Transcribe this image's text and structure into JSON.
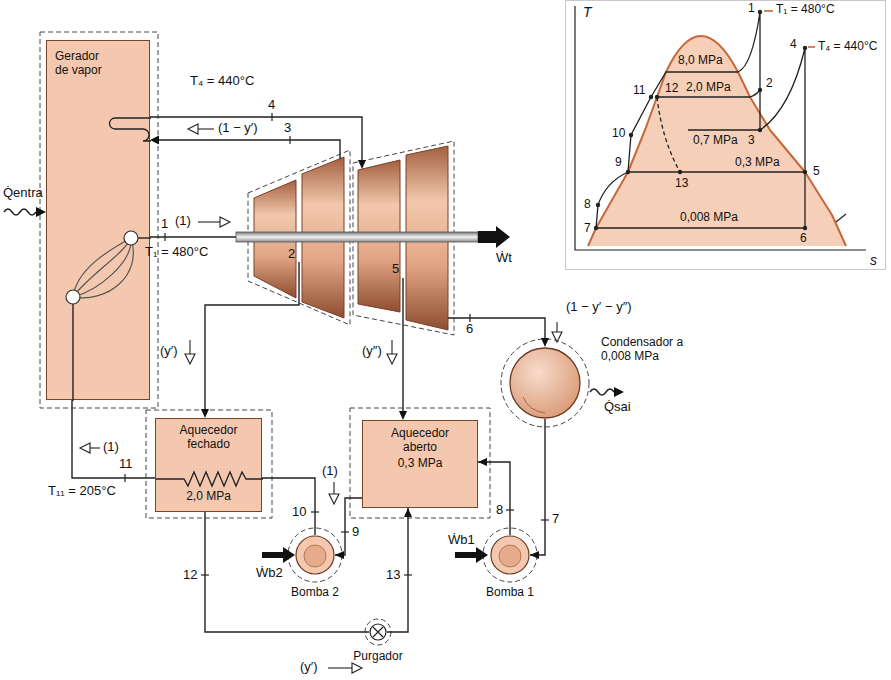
{
  "diagram": {
    "nodes": [
      {
        "text": [
          "Gerador de vapor"
        ]
      },
      {
        "text": [
          "Aquecedor fechado",
          "2,0 MPa"
        ]
      },
      {
        "text": [
          "Aquecedor aberto",
          "0,3 MPa"
        ]
      },
      {
        "text": [
          "Condensador a 0,008 MPa"
        ]
      },
      {
        "text": [
          "Bomba 2"
        ]
      },
      {
        "text": [
          "Bomba 1"
        ]
      },
      {
        "text": [
          "Purgador"
        ]
      }
    ],
    "edges": [
      {
        "from": 3,
        "to": 5,
        "arrow": "to"
      },
      {
        "from": 5,
        "to": 2,
        "arrow": "to"
      },
      {
        "from": 2,
        "to": 4,
        "arrow": "to"
      },
      {
        "from": 4,
        "to": 1,
        "arrow": "none"
      },
      {
        "from": 1,
        "to": 0,
        "arrow": "none"
      },
      {
        "from": 1,
        "to": 6,
        "arrow": "none"
      },
      {
        "from": 6,
        "to": 2,
        "arrow": "to"
      }
    ],
    "labels": [
      "T₄ = 440°C",
      "4",
      "3",
      "(1 − y′)",
      "1",
      "(1)",
      "T₁ = 480°C",
      "Q̇entra",
      "2",
      "5",
      "Ẇt",
      "6",
      "(1 − y′ − y″)",
      "Q̇sai",
      "(y′)",
      "(y″)",
      "(1)",
      "11",
      "T₁₁ = 205°C",
      "(1)",
      "10",
      "9",
      "8",
      "7",
      "Ẇb2",
      "Ẇb1",
      "12",
      "13",
      "(y′)",
      "T",
      "s",
      "1",
      "T₁ = 480°C",
      "4",
      "T₄ = 440°C",
      "8,0 MPa",
      "2",
      "2,0 MPa",
      "11",
      "12",
      "10",
      "0,7 MPa",
      "3",
      "9",
      "13",
      "0,3 MPa",
      "5",
      "8",
      "0,008 MPa",
      "7",
      "6"
    ]
  }
}
